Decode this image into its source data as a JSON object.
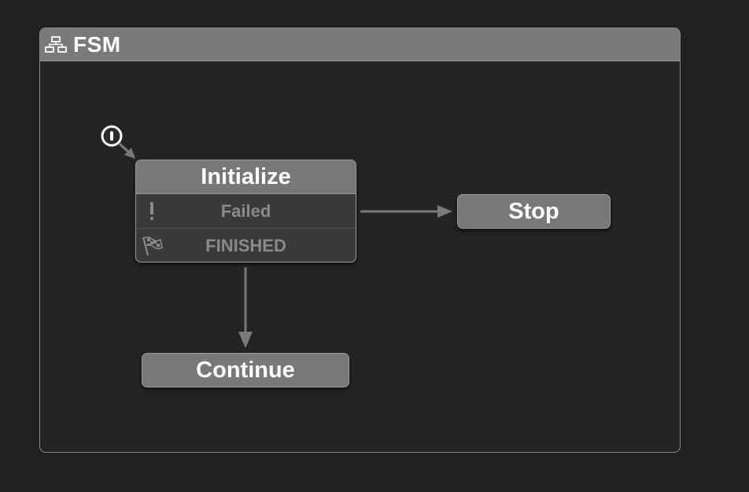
{
  "fsm": {
    "title": "FSM",
    "icon": "hierarchy-icon"
  },
  "start_marker": {
    "icon": "start-icon"
  },
  "states": {
    "initialize": {
      "title": "Initialize",
      "events": [
        {
          "label": "Failed",
          "icon": "exclamation-icon"
        },
        {
          "label": "FINISHED",
          "icon": "checkered-flag-icon"
        }
      ]
    },
    "stop": {
      "title": "Stop"
    },
    "continue": {
      "title": "Continue"
    }
  },
  "transitions": [
    {
      "from": "start",
      "to": "Initialize"
    },
    {
      "from": "Initialize.Failed",
      "to": "Stop"
    },
    {
      "from": "Initialize.FINISHED",
      "to": "Continue"
    }
  ],
  "colors": {
    "background": "#212121",
    "frame_border": "#8a8a8a",
    "header_fill": "#7a7a7a",
    "state_fill": "#787878",
    "event_fill": "#3a3a3a",
    "event_text": "#8a8a8a",
    "title_text": "#ffffff",
    "arrow": "#7a7a7a"
  }
}
